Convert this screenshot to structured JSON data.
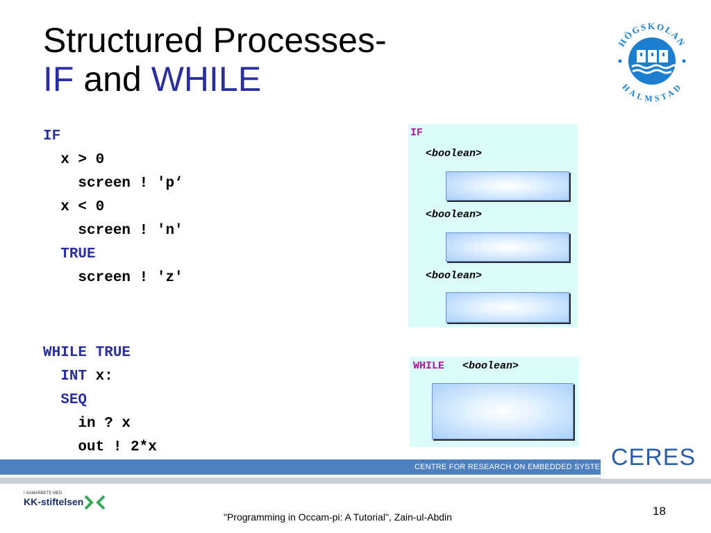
{
  "title": {
    "line1": "Structured Processes-",
    "kw_if": "IF",
    "and": "and",
    "kw_while": "WHILE"
  },
  "code_if": {
    "kw_if": "IF",
    "cond1": "x > 0",
    "act1": "screen ! 'p‘",
    "cond2": "x < 0",
    "act2": "screen ! 'n'",
    "kw_true": "TRUE",
    "act3": "screen ! 'z'"
  },
  "code_while": {
    "kw_while": "WHILE",
    "kw_true": "TRUE",
    "kw_int": "INT",
    "int_rest": " x:",
    "kw_seq": "SEQ",
    "line_in": "in ? x",
    "line_out": "out ! 2*x"
  },
  "if_diagram": {
    "keyword": "IF",
    "conditions": [
      "<boolean>",
      "<boolean>",
      "<boolean>"
    ]
  },
  "while_diagram": {
    "keyword": "WHILE",
    "condition": "<boolean>"
  },
  "logo": {
    "top_text": "HÖGSKOLAN",
    "bottom_text": "HALMSTAD",
    "color": "#1b7ecf"
  },
  "banner": {
    "brand": "CERES",
    "subtitle": "CENTRE FOR RESEARCH ON EMBEDDED SYSTEMS"
  },
  "kk": {
    "small": "I SAMARBETE MED",
    "name": "KK-stiftelsen"
  },
  "footer": {
    "citation": "\"Programming in Occam-pi: A Tutorial\", Zain-ul-Abdin",
    "page": "18"
  }
}
